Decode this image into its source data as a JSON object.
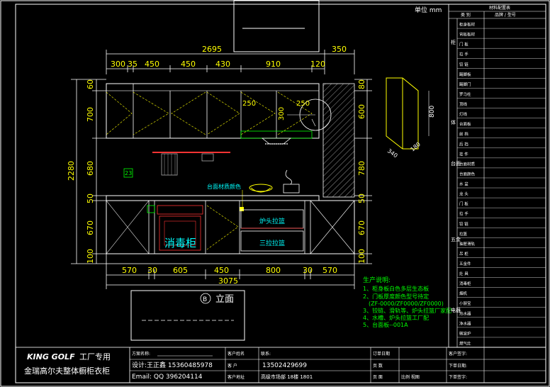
{
  "units": "单位 mm",
  "view_label": "立面",
  "view_badge": "B",
  "dims_top": {
    "total_upper": "2695",
    "right_gap": "350",
    "segments": [
      "300",
      "35",
      "450",
      "450",
      "430",
      "910",
      "120"
    ],
    "inner_a": "250",
    "inner_b": "250",
    "inner_v": "300"
  },
  "dims_bottom": {
    "segments": [
      "570",
      "30",
      "605",
      "450",
      "800",
      "30",
      "570"
    ],
    "total": "3075"
  },
  "dims_left": {
    "total": "2280",
    "segments": [
      "60",
      "700",
      "680",
      "50",
      "670",
      "100"
    ]
  },
  "dims_right": {
    "segments": [
      "80",
      "600",
      "780",
      "50",
      "670",
      "100"
    ]
  },
  "side_dims": [
    "800",
    "340",
    "180"
  ],
  "labels": {
    "disinfection_cabinet": "消毒柜",
    "stove_drawer": "炉头拉篮",
    "three_drawer": "三拉拉篮",
    "countertop": "台面材质颜色",
    "marker": "23"
  },
  "notes": {
    "title": "生产说明:",
    "lines": [
      "1、柜身板白色多层生态板",
      "2、门板厚度颜色型号待定",
      "(ZF-0000/ZF0000/ZF0000)",
      "3、铰链、滑轨等、炉头拉篮厂家配",
      "4、水槽、炉头拉篮工厂配",
      "5、台面板--001A"
    ]
  },
  "brand": {
    "line1_en": "KING GOLF",
    "line1_cn": "工厂专用",
    "line2": "金瑞高尔夫整体橱柜衣柜"
  },
  "footer": {
    "r1c1": "方案名称:",
    "r1c2": "客户姓名",
    "r1c3": "联系:",
    "r1c4": "13502429699",
    "r1c5": "订单日期",
    "r1c6": "客户签字:",
    "r2c1": "设计:王正鑫 15360485978",
    "r2c2": "客 户",
    "r2c3": "页 数",
    "r2c4": "下单日期:",
    "r3c1": "Email:  QQ  396204114",
    "r3c2": "客户地址",
    "r3c3": "高级市场部 18楼 1801",
    "r3c4": "页 面",
    "r3c5": "比例 视图",
    "r3c6": "下单签字:"
  },
  "right_table": {
    "header": "材料配置表",
    "col1": "类 别",
    "col2": "品牌 / 型号",
    "groups": [
      "柜",
      "体",
      "台面",
      "五金",
      "电器"
    ],
    "rows": [
      "柜身板材",
      "背板板材",
      "门 板",
      "拉 手",
      "铰 链",
      "踢脚板",
      "踢脚门",
      "罗马柱",
      "顶线",
      "灯线",
      "台面板",
      "前 挡",
      "后 挡",
      "挂 件",
      "台面材质",
      "台面颜色",
      "水 盆",
      "龙 头",
      "门 板",
      "拉 手",
      "铰 链",
      "拉篮",
      "抽屉滑轨",
      "吊 柜",
      "五金件",
      "灶 具",
      "消毒柜",
      "烟机",
      "小厨宝",
      "热水器",
      "净水器",
      "微波炉",
      "燃气灶"
    ]
  }
}
